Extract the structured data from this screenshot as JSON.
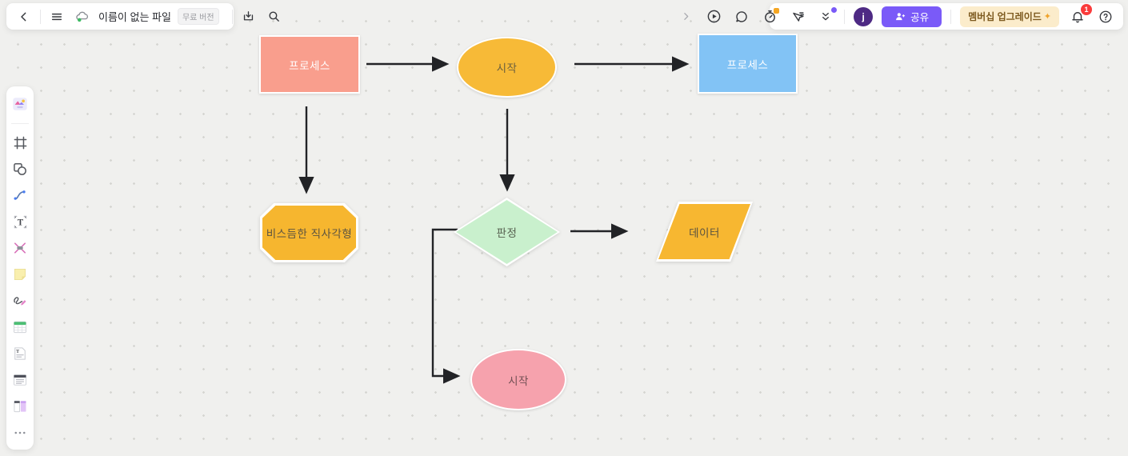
{
  "topbar_left": {
    "back_icon": "chevron-left",
    "menu_icon": "hamburger-menu",
    "cloud_icon": "cloud-synced",
    "file_name": "이름이 없는 파일",
    "plan_badge": "무료 버전",
    "download_icon": "download",
    "search_icon": "search"
  },
  "topbar_right": {
    "expand_icon": "chevron-right",
    "present_icon": "play-circle",
    "comment_icon": "chat-bubble",
    "timer_icon": "stopwatch",
    "laser_icon": "laser-pointer",
    "collapse_icon": "double-chevron-down",
    "avatar_initial": "j",
    "share_label": "공유",
    "upgrade_label": "멤버십 업그레이드",
    "upgrade_glyph": "✦",
    "bell_icon": "notification-bell",
    "bell_badge": "1",
    "help_icon": "question-mark"
  },
  "sidebar": {
    "items": [
      {
        "name": "templates"
      },
      {
        "name": "frame"
      },
      {
        "name": "shapes"
      },
      {
        "name": "connector"
      },
      {
        "name": "text"
      },
      {
        "name": "mindmap"
      },
      {
        "name": "sticky-note"
      },
      {
        "name": "pen"
      },
      {
        "name": "table"
      },
      {
        "name": "document"
      },
      {
        "name": "list"
      },
      {
        "name": "kanban"
      },
      {
        "name": "more"
      }
    ]
  },
  "canvas": {
    "nodes": [
      {
        "id": "process-1",
        "shape": "rectangle",
        "label": "프로세스",
        "fill": "#f99e8d",
        "text": "#ffffff"
      },
      {
        "id": "start-1",
        "shape": "ellipse",
        "label": "시작",
        "fill": "#f7ba37",
        "text": "#6b5f3e"
      },
      {
        "id": "process-2",
        "shape": "rectangle",
        "label": "프로세스",
        "fill": "#82c3f5",
        "text": "#ffffff"
      },
      {
        "id": "beveled",
        "shape": "octagon",
        "label": "비스듬한 직사각형",
        "fill": "#f6b62f",
        "text": "#5b5340"
      },
      {
        "id": "decision",
        "shape": "diamond",
        "label": "판정",
        "fill": "#c9f0cd",
        "text": "#56604f"
      },
      {
        "id": "data",
        "shape": "parallelogram",
        "label": "데이터",
        "fill": "#f7b731",
        "text": "#5b5340"
      },
      {
        "id": "start-2",
        "shape": "ellipse",
        "label": "시작",
        "fill": "#f6a2ad",
        "text": "#735055"
      }
    ],
    "connectors": [
      {
        "from": "process-1",
        "to": "start-1",
        "type": "straight"
      },
      {
        "from": "start-1",
        "to": "process-2",
        "type": "straight"
      },
      {
        "from": "process-1",
        "to": "beveled",
        "type": "straight"
      },
      {
        "from": "start-1",
        "to": "decision",
        "type": "straight"
      },
      {
        "from": "decision",
        "to": "data",
        "type": "straight"
      },
      {
        "from": "decision",
        "to": "start-2",
        "type": "elbow"
      }
    ],
    "arrow_color": "#222326"
  },
  "colors": {
    "accent_purple": "#7a5af8",
    "avatar_purple": "#4e2a84",
    "upgrade_bg": "#fbeccb",
    "upgrade_text": "#7d5a1f",
    "badge_red": "#fa3b3b",
    "canvas_bg": "#f0f0ee"
  }
}
